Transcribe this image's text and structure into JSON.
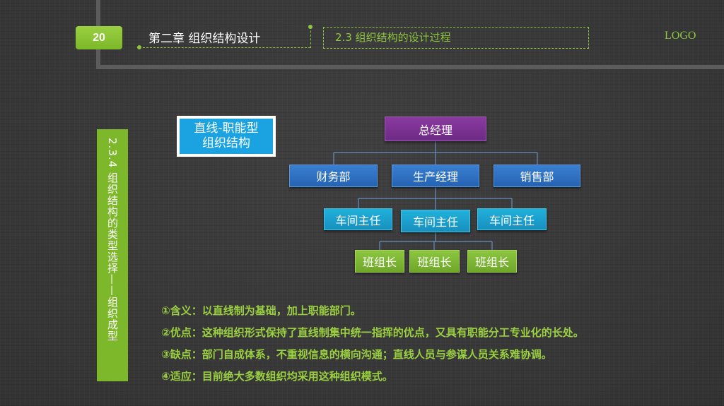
{
  "header": {
    "page_number": "20",
    "chapter_title": "第二章  组织结构设计",
    "section_title": "2.3 组织结构的设计过程",
    "logo": "LOGO"
  },
  "sidebar": {
    "label": "2.3.4  组织结构的类型选择——组织成型"
  },
  "type_label": {
    "line1": "直线-职能型",
    "line2": "组织结构"
  },
  "org_chart": {
    "root": "总经理",
    "level2": [
      "财务部",
      "生产经理",
      "销售部"
    ],
    "level3": [
      "车间主任",
      "车间主任",
      "车间主任"
    ],
    "level4": [
      "班组长",
      "班组长",
      "班组长"
    ]
  },
  "notes": [
    "①含义：以直线制为基础，加上职能部门。",
    "②优点：这种组织形式保持了直线制集中统一指挥的优点，又具有职能分工专业化的长处。",
    "③缺点：部门自成体系，不重视信息的横向沟通；直线人员与参谋人员关系难协调。",
    "④适应：目前绝大多数组织均采用这种组织模式。"
  ],
  "colors": {
    "accent_green": "#8ec63f",
    "node_purple": "#7a2f90",
    "node_blue": "#2f72c3",
    "node_teal": "#1ba1d1",
    "node_green": "#7cb82a",
    "connector": "#6fa0d8"
  }
}
